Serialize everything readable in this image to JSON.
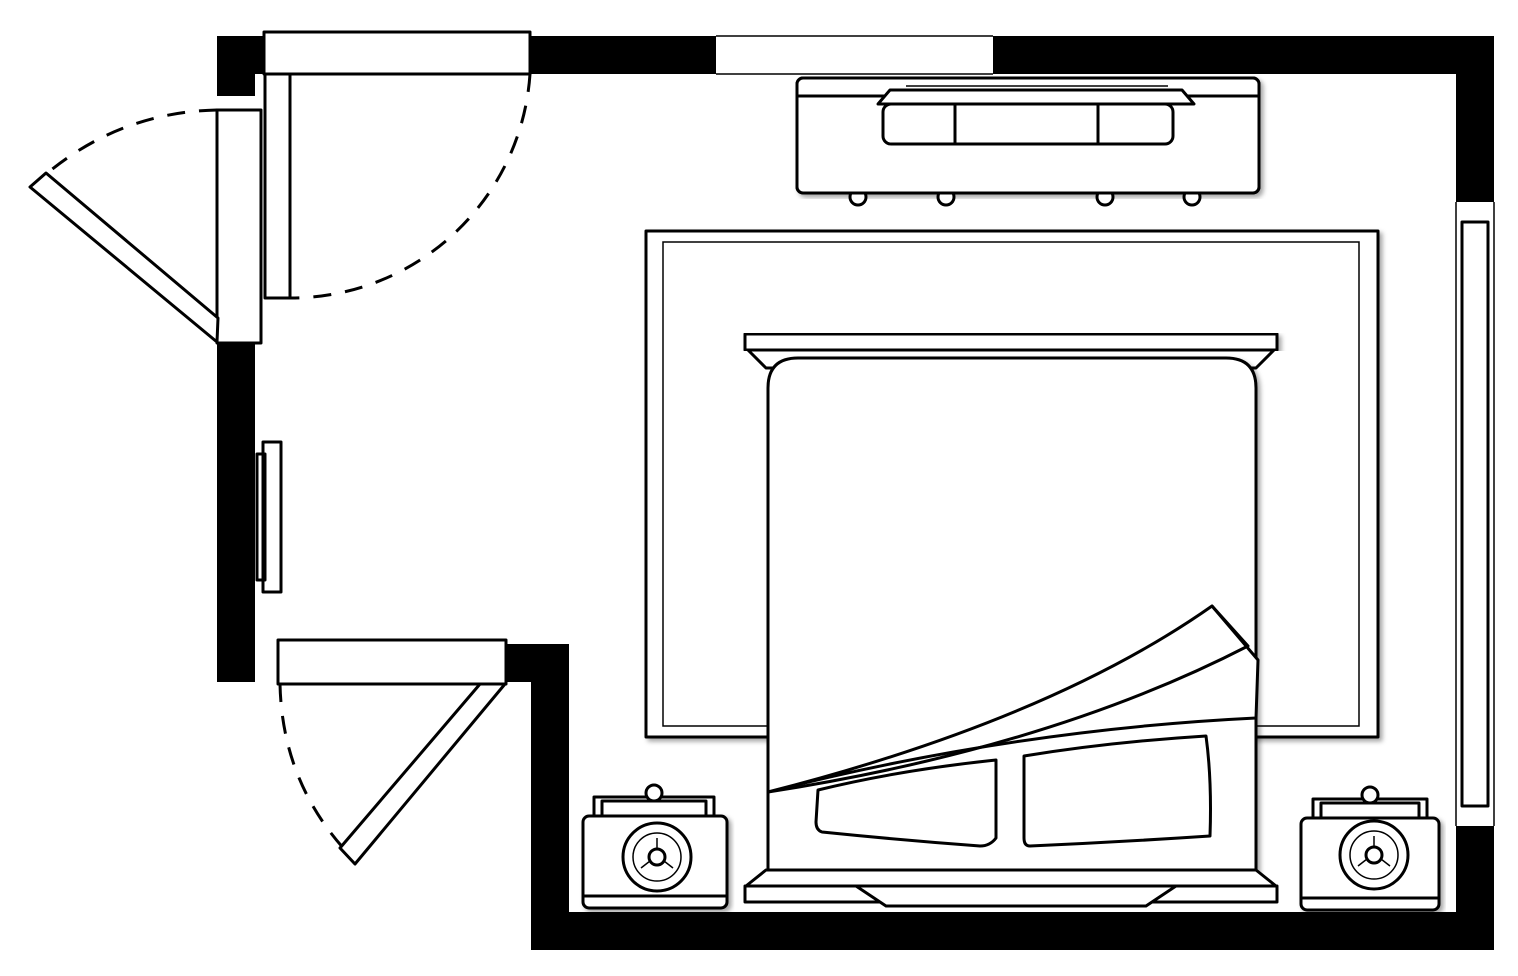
{
  "diagram": {
    "type": "floor-plan",
    "room": "bedroom",
    "colors": {
      "line": "#000000",
      "background": "#ffffff"
    },
    "elements": [
      {
        "id": "walls",
        "kind": "wall"
      },
      {
        "id": "door-top-left",
        "kind": "door",
        "swing": "dashed-arc"
      },
      {
        "id": "door-bottom-left",
        "kind": "door",
        "swing": "dashed-arc"
      },
      {
        "id": "window-top",
        "kind": "window"
      },
      {
        "id": "window-right",
        "kind": "window"
      },
      {
        "id": "dresser",
        "kind": "furniture"
      },
      {
        "id": "area-rug",
        "kind": "rug"
      },
      {
        "id": "bed",
        "kind": "furniture",
        "pillows": 2
      },
      {
        "id": "nightstand-left",
        "kind": "furniture",
        "lamp": true
      },
      {
        "id": "nightstand-right",
        "kind": "furniture",
        "lamp": true
      },
      {
        "id": "wall-tv",
        "kind": "fixture"
      }
    ]
  }
}
